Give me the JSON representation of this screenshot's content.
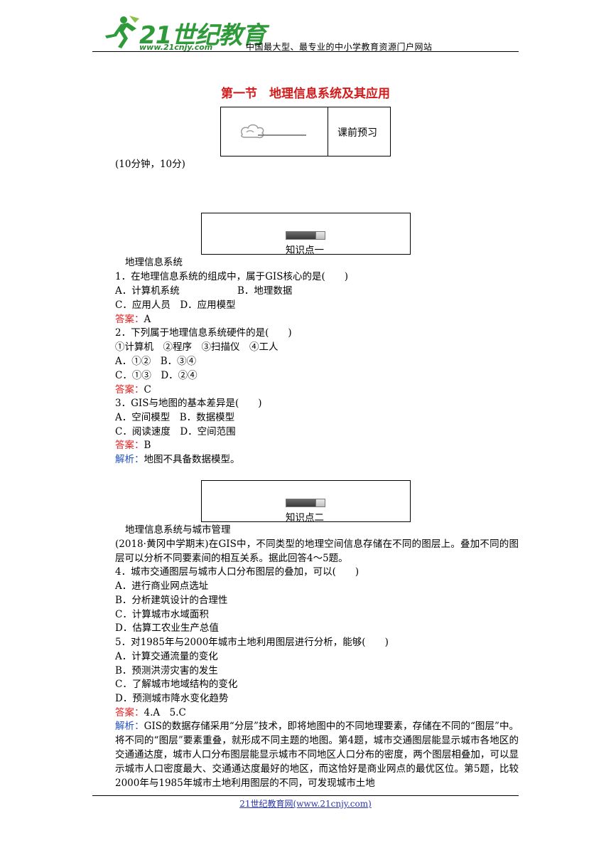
{
  "header": {
    "logo_text": "21世纪教育",
    "logo_url": "www.21cnjy.com",
    "site_tag": "中国最大型、最专业的中小学教育资源门户网站"
  },
  "title": "第一节　地理信息系统及其应用",
  "preview_box": {
    "label": "课前预习"
  },
  "time_note": "(10分钟，10分)",
  "section1": {
    "box_label": "知识点一",
    "heading": "地理信息系统",
    "q1": {
      "stem": "1．在地理信息系统的组成中，属于GIS核心的是(　　)",
      "opt1": "A．计算机系统",
      "opt2": "B．地理数据",
      "opt3": "C．应用人员　D．应用模型",
      "answer_label": "答案：",
      "answer": "A"
    },
    "q2": {
      "stem": "2．下列属于地理信息系统硬件的是(　　)",
      "items": "①计算机　②程序　③扫描仪　④工人",
      "opt1": "A．①②　B．③④",
      "opt2": "C．①③　D．②④",
      "answer_label": "答案：",
      "answer": "C"
    },
    "q3": {
      "stem": "3．GIS与地图的基本差异是(　　)",
      "opt1": "A．空间模型　B．数据模型",
      "opt2": "C．阅读速度　D．空间范围",
      "answer_label": "答案：",
      "answer": "B",
      "analysis_label": "解析：",
      "analysis": "地图不具备数据模型。"
    }
  },
  "section2": {
    "box_label": "知识点二",
    "heading": "地理信息系统与城市管理",
    "intro": "(2018·黄冈中学期末)在GIS中，不同类型的地理空间信息存储在不同的图层上。叠加不同的图层可以分析不同要素间的相互关系。据此回答4～5题。",
    "q4": {
      "stem": "4．城市交通图层与城市人口分布图层的叠加，可以(　　)",
      "A": "A．进行商业网点选址",
      "B": "B．分析建筑设计的合理性",
      "C": "C．计算城市水域面积",
      "D": "D．估算工农业生产总值"
    },
    "q5": {
      "stem": "5．对1985年与2000年城市土地利用图层进行分析，能够(　　)",
      "A": "A．计算交通流量的变化",
      "B": "B．预测洪涝灾害的发生",
      "C": "C．了解城市地域结构的变化",
      "D": "D．预测城市降水变化趋势"
    },
    "answer_label": "答案：",
    "answer": "4.A　5.C",
    "analysis_label": "解析：",
    "analysis": "GIS的数据存储采用“分层”技术，即将地图中的不同地理要素，存储在不同的“图层”中。将不同的“图层”要素重叠，就形成不同主题的地图。第4题，城市交通图层能显示城市各地区的交通通达度，城市人口分布图层能显示城市不同地区人口分布的密度，两个图层相叠加，可以显示城市人口密度最大、交通通达度最好的地区，而这恰好是商业网点的最优区位。第5题，比较2000年与1985年城市土地利用图层的不同，可发现城市土地"
  },
  "footer": "21世纪教育网(www.21cnjy.com)",
  "colors": {
    "title": "#d21a1a",
    "answer": "#e02020",
    "analysis": "#2050c0",
    "logo": "#2e9a3a",
    "footer_link": "#2a36a8"
  }
}
